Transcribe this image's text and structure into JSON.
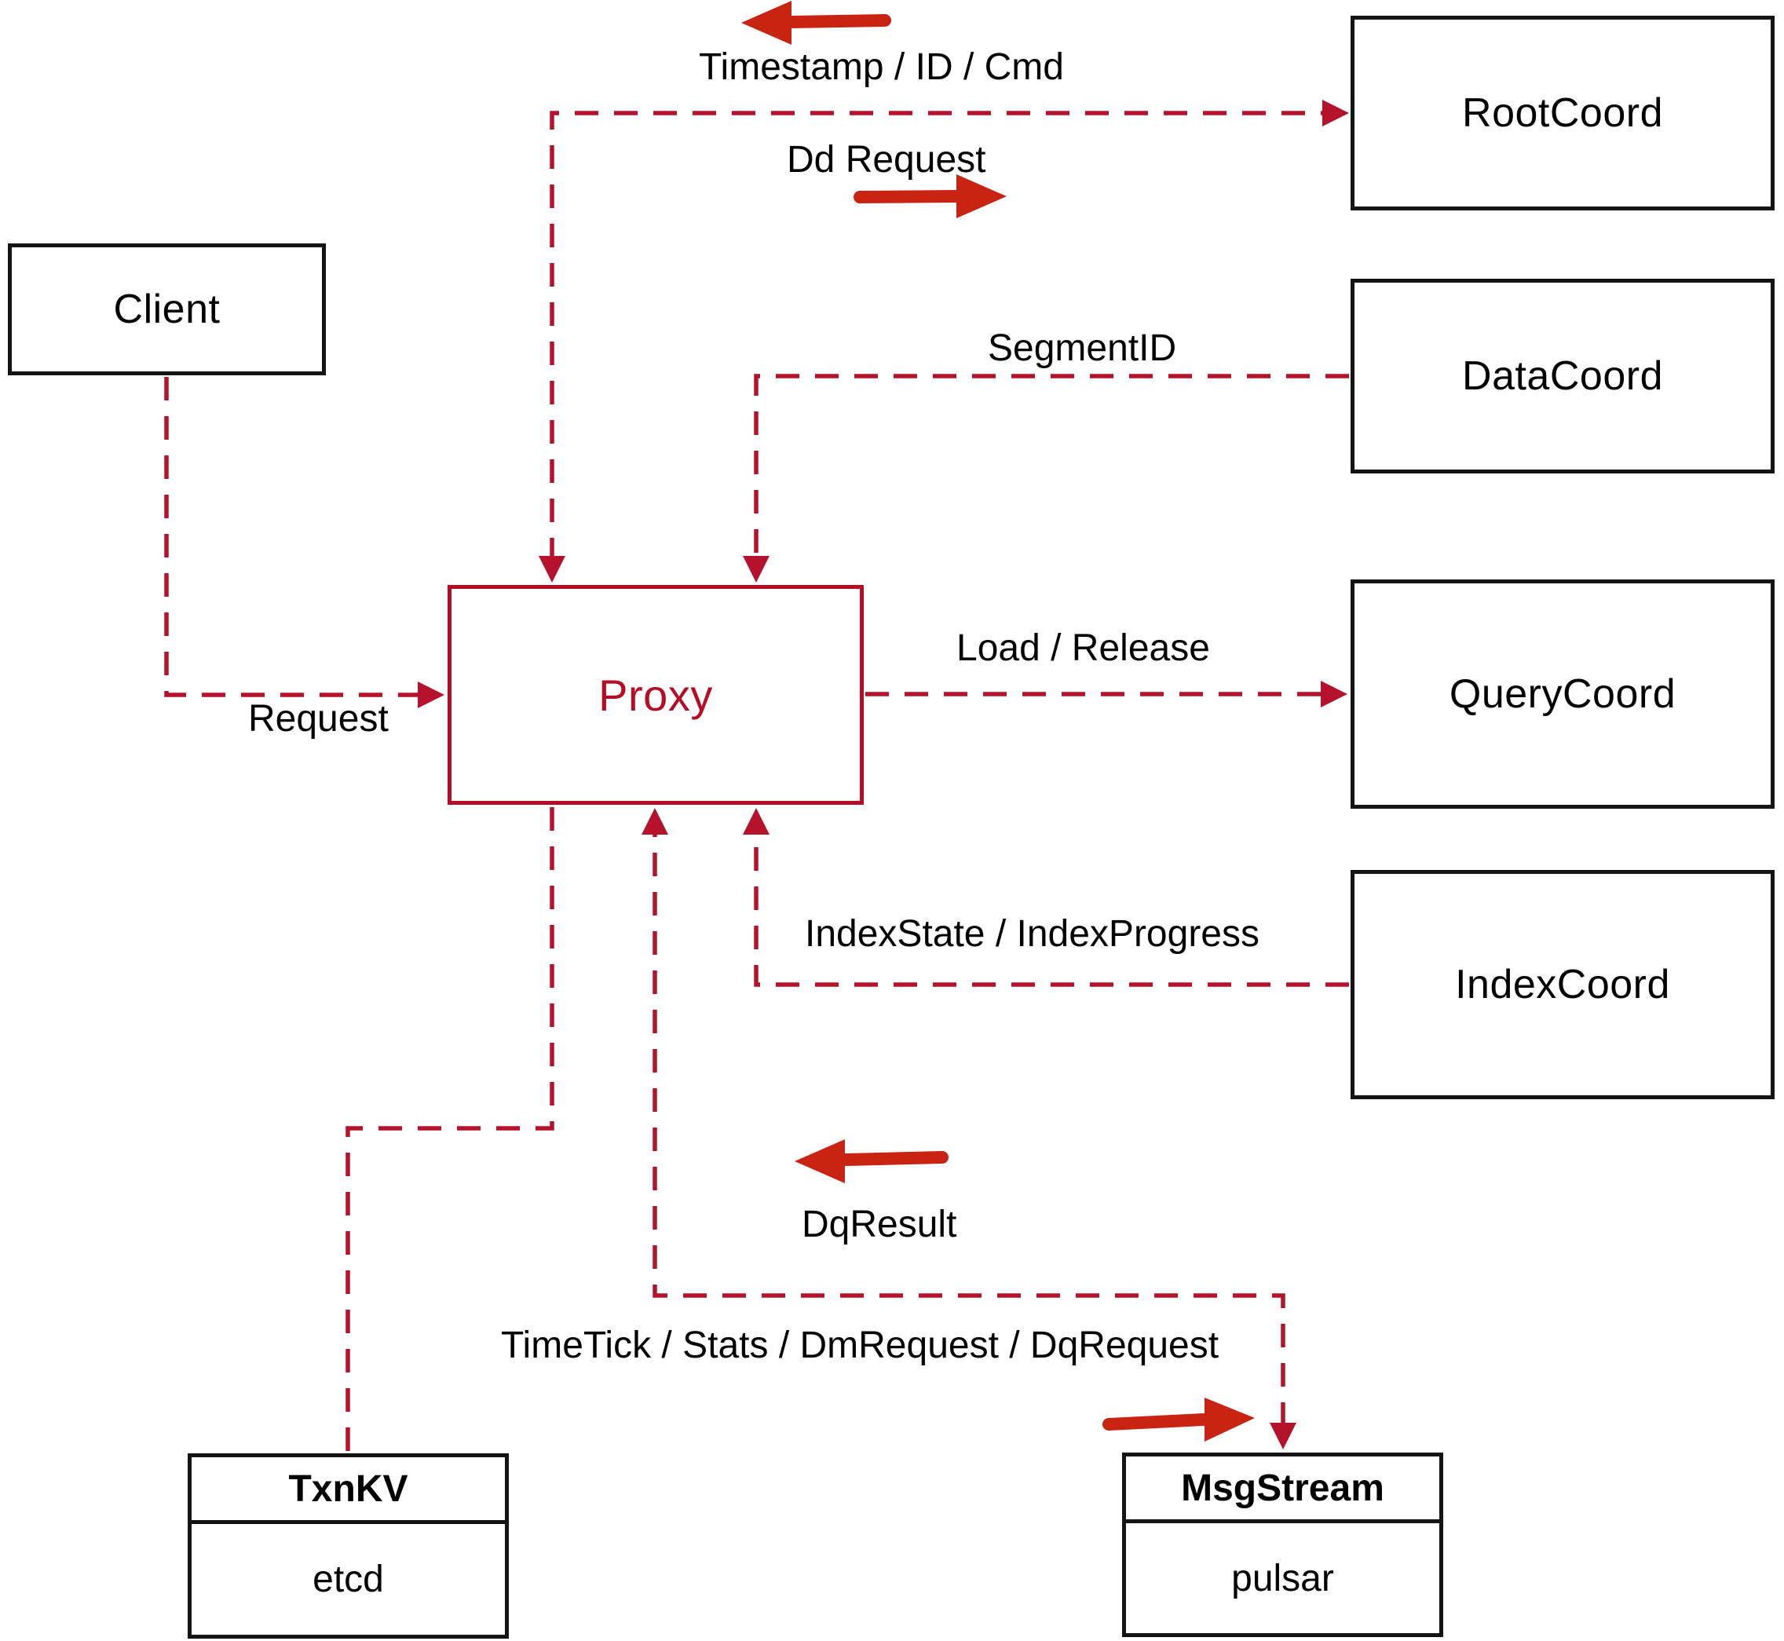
{
  "diagram": {
    "nodes": {
      "client": {
        "label": "Client"
      },
      "proxy": {
        "label": "Proxy"
      },
      "root_coord": {
        "label": "RootCoord"
      },
      "data_coord": {
        "label": "DataCoord"
      },
      "query_coord": {
        "label": "QueryCoord"
      },
      "index_coord": {
        "label": "IndexCoord"
      },
      "txn_kv": {
        "title": "TxnKV",
        "subtitle": "etcd"
      },
      "msg_stream": {
        "title": "MsgStream",
        "subtitle": "pulsar"
      }
    },
    "edge_labels": {
      "timestamp_id_cmd": "Timestamp / ID / Cmd",
      "dd_request": "Dd Request",
      "request": "Request",
      "segment_id": "SegmentID",
      "load_release": "Load / Release",
      "index_state_progress": "IndexState / IndexProgress",
      "dq_result": "DqResult",
      "timetick_stats": "TimeTick / Stats / DmRequest / DqRequest"
    },
    "colors": {
      "dashed_line": "#b5122b",
      "solid_arrow": "#c92313",
      "proxy_accent": "#b50d23",
      "box_border": "#141414",
      "background": "#ffffff"
    }
  }
}
